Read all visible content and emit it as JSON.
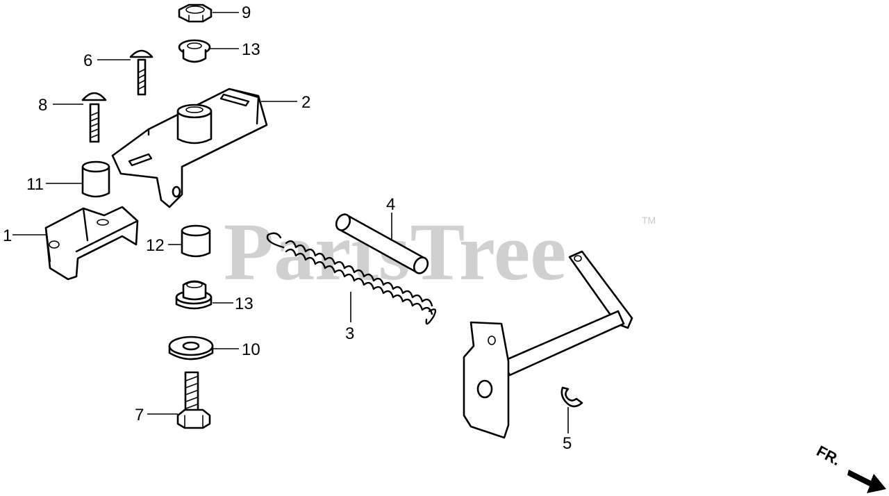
{
  "watermark": {
    "text": "PartsTree",
    "trademark": "TM"
  },
  "direction_marker": {
    "text": "FR."
  },
  "callouts": {
    "p1": "1",
    "p2": "2",
    "p3": "3",
    "p4": "4",
    "p5": "5",
    "p6": "6",
    "p7": "7",
    "p8": "8",
    "p9": "9",
    "p10": "10",
    "p11": "11",
    "p12": "12",
    "p13a": "13",
    "p13b": "13"
  }
}
